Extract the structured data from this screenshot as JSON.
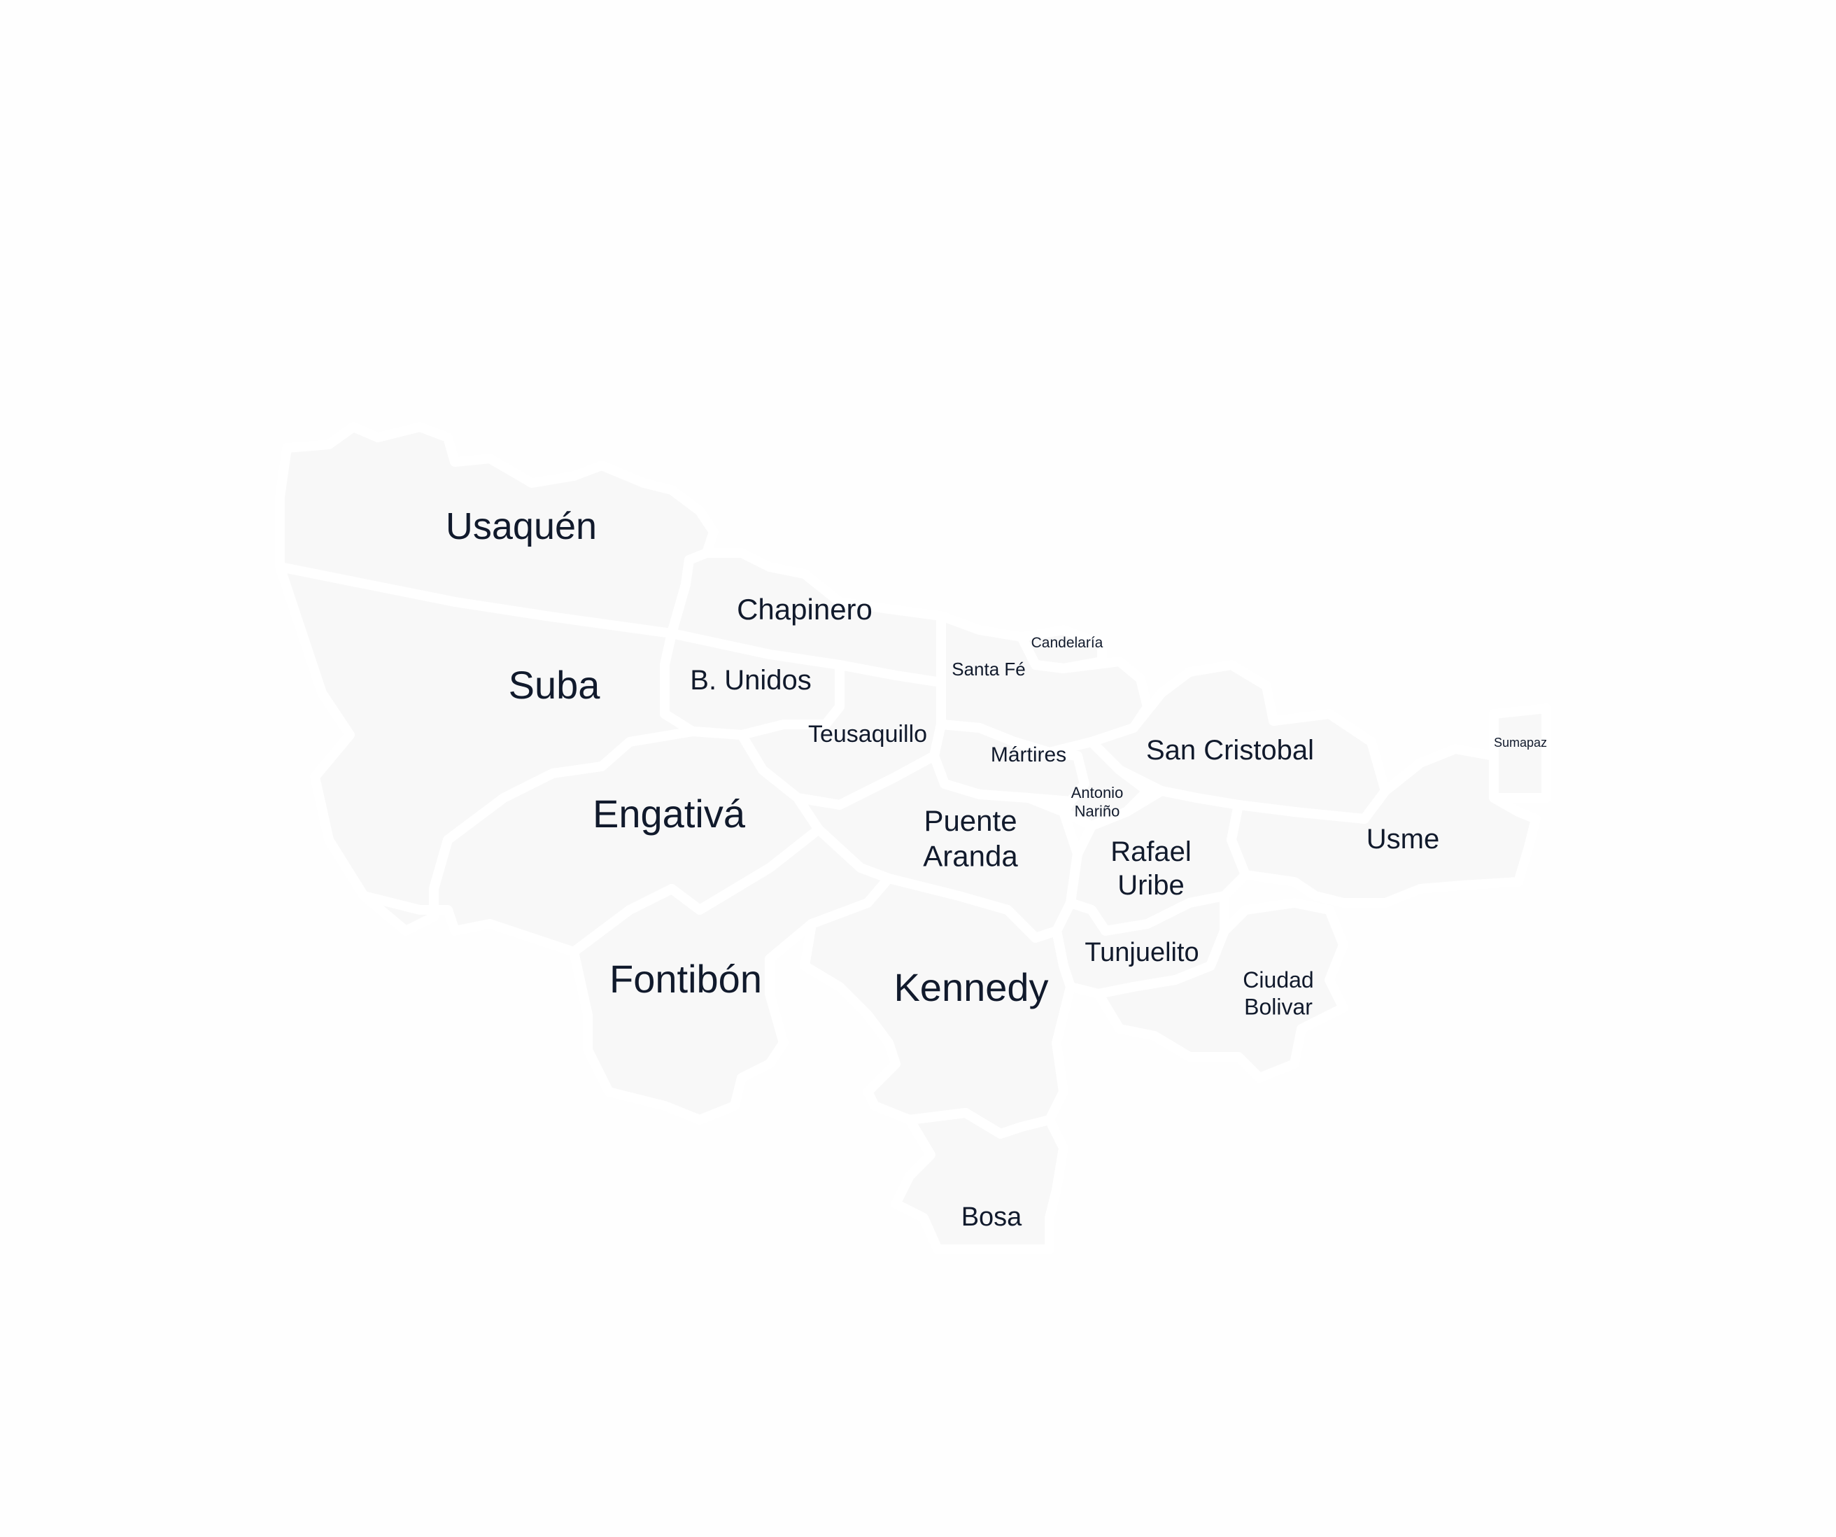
{
  "map": {
    "colors": {
      "background": "#fefefe",
      "district_fill": "#f8f8f8",
      "district_border": "#ffffff",
      "label": "#111a2c"
    },
    "districts": [
      {
        "id": "usaquen",
        "lines": [
          "Usaquén"
        ]
      },
      {
        "id": "chapinero",
        "lines": [
          "Chapinero"
        ]
      },
      {
        "id": "candelaria",
        "lines": [
          "Candelaría"
        ]
      },
      {
        "id": "santa-fe",
        "lines": [
          "Santa Fé"
        ]
      },
      {
        "id": "suba",
        "lines": [
          "Suba"
        ]
      },
      {
        "id": "barrios-unidos",
        "lines": [
          "B. Unidos"
        ]
      },
      {
        "id": "teusaquillo",
        "lines": [
          "Teusaquillo"
        ]
      },
      {
        "id": "martires",
        "lines": [
          "Mártires"
        ]
      },
      {
        "id": "san-cristobal",
        "lines": [
          "San Cristobal"
        ]
      },
      {
        "id": "sumapaz",
        "lines": [
          "Sumapaz"
        ]
      },
      {
        "id": "antonio-narino",
        "lines": [
          "Antonio",
          "Nariño"
        ]
      },
      {
        "id": "engativa",
        "lines": [
          "Engativá"
        ]
      },
      {
        "id": "puente-aranda",
        "lines": [
          "Puente",
          "Aranda"
        ]
      },
      {
        "id": "rafael-uribe",
        "lines": [
          "Rafael",
          "Uribe"
        ]
      },
      {
        "id": "usme",
        "lines": [
          "Usme"
        ]
      },
      {
        "id": "tunjuelito",
        "lines": [
          "Tunjuelito"
        ]
      },
      {
        "id": "ciudad-bolivar",
        "lines": [
          "Ciudad",
          "Bolivar"
        ]
      },
      {
        "id": "fontibon",
        "lines": [
          "Fontibón"
        ]
      },
      {
        "id": "kennedy",
        "lines": [
          "Kennedy"
        ]
      },
      {
        "id": "bosa",
        "lines": [
          "Bosa"
        ]
      }
    ]
  }
}
